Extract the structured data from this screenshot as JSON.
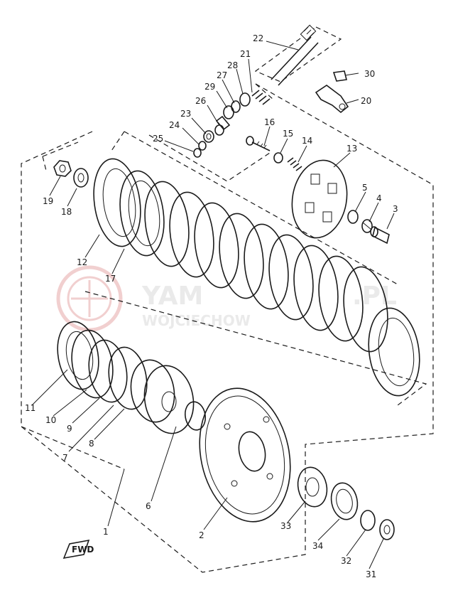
{
  "watermark": {
    "text_main": "YAM",
    "text_main_tail": ".PL",
    "text_sub": "WOJCIECHOW",
    "logo_color": "#e8b4b4",
    "text_color": "#d8d8d8"
  },
  "fwd_tag": "FWD",
  "parts": [
    {
      "id": "p1",
      "number": "1"
    },
    {
      "id": "p2",
      "number": "2"
    },
    {
      "id": "p3",
      "number": "3"
    },
    {
      "id": "p4",
      "number": "4"
    },
    {
      "id": "p5",
      "number": "5"
    },
    {
      "id": "p6",
      "number": "6"
    },
    {
      "id": "p7",
      "number": "7"
    },
    {
      "id": "p8",
      "number": "8"
    },
    {
      "id": "p9",
      "number": "9"
    },
    {
      "id": "p10",
      "number": "10"
    },
    {
      "id": "p11",
      "number": "11"
    },
    {
      "id": "p12",
      "number": "12"
    },
    {
      "id": "p13",
      "number": "13"
    },
    {
      "id": "p14",
      "number": "14"
    },
    {
      "id": "p15",
      "number": "15"
    },
    {
      "id": "p16",
      "number": "16"
    },
    {
      "id": "p17",
      "number": "17"
    },
    {
      "id": "p18",
      "number": "18"
    },
    {
      "id": "p19",
      "number": "19"
    },
    {
      "id": "p20",
      "number": "20"
    },
    {
      "id": "p21",
      "number": "21"
    },
    {
      "id": "p22",
      "number": "22"
    },
    {
      "id": "p23",
      "number": "23"
    },
    {
      "id": "p24",
      "number": "24"
    },
    {
      "id": "p25",
      "number": "25"
    },
    {
      "id": "p26",
      "number": "26"
    },
    {
      "id": "p27",
      "number": "27"
    },
    {
      "id": "p28",
      "number": "28"
    },
    {
      "id": "p29",
      "number": "29"
    },
    {
      "id": "p30",
      "number": "30"
    },
    {
      "id": "p31",
      "number": "31"
    },
    {
      "id": "p32",
      "number": "32"
    },
    {
      "id": "p33",
      "number": "33"
    },
    {
      "id": "p34",
      "number": "34"
    }
  ]
}
